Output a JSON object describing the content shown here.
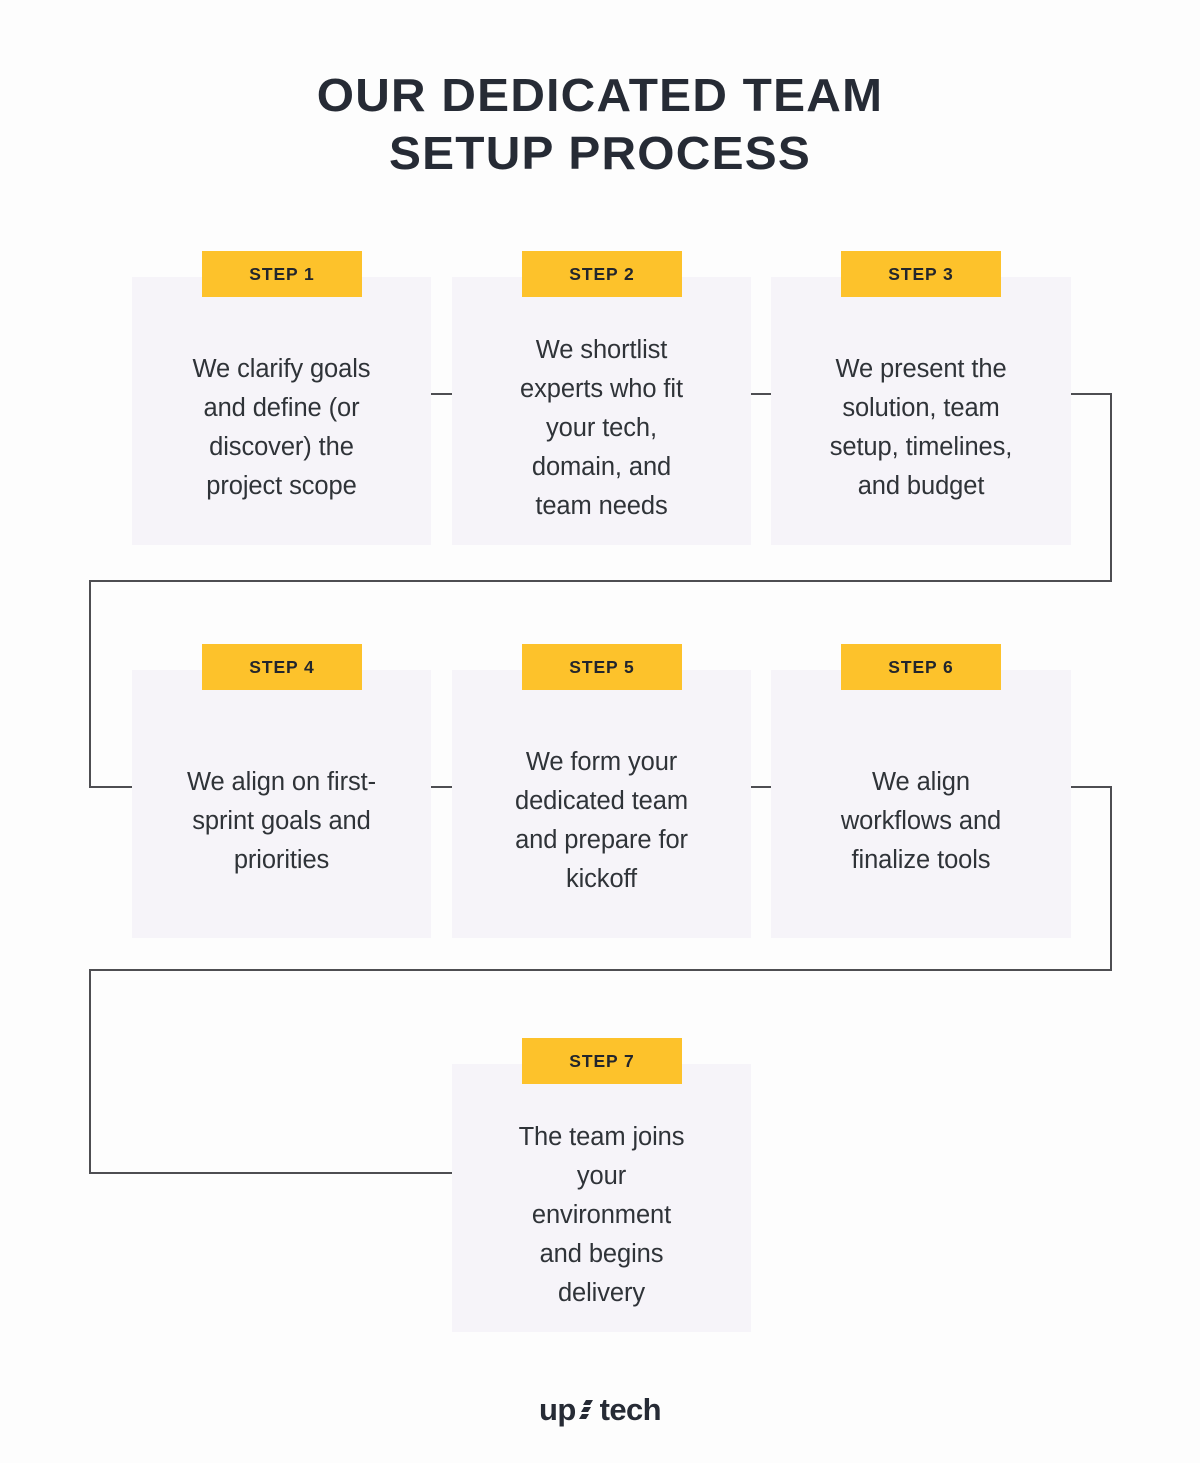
{
  "title": {
    "line1": "OUR DEDICATED TEAM",
    "line2": "SETUP PROCESS"
  },
  "colors": {
    "background": "#fdfdfd",
    "card_background": "#f6f4f9",
    "badge_background": "#fdc22b",
    "badge_text": "#23262c",
    "body_text": "#2f3338",
    "title_text": "#262b35",
    "connector": "#4e4e52"
  },
  "steps": [
    {
      "badge": "STEP 1",
      "body": "We clarify goals\nand define (or\ndiscover) the\nproject scope"
    },
    {
      "badge": "STEP 2",
      "body": "We shortlist\nexperts who fit\nyour tech,\ndomain, and\nteam needs"
    },
    {
      "badge": "STEP 3",
      "body": "We present the\nsolution, team\nsetup, timelines,\nand budget"
    },
    {
      "badge": "STEP 4",
      "body": "We align on first-\nsprint goals and\npriorities"
    },
    {
      "badge": "STEP 5",
      "body": "We form your\ndedicated team\nand prepare for\nkickoff"
    },
    {
      "badge": "STEP 6",
      "body": "We align\nworkflows and\nfinalize tools"
    },
    {
      "badge": "STEP 7",
      "body": "The team joins\nyour\nenvironment\nand begins\ndelivery"
    }
  ],
  "logo": {
    "text_before": "up",
    "mark": "diagonal-stripes-mark",
    "text_after": "tech"
  }
}
